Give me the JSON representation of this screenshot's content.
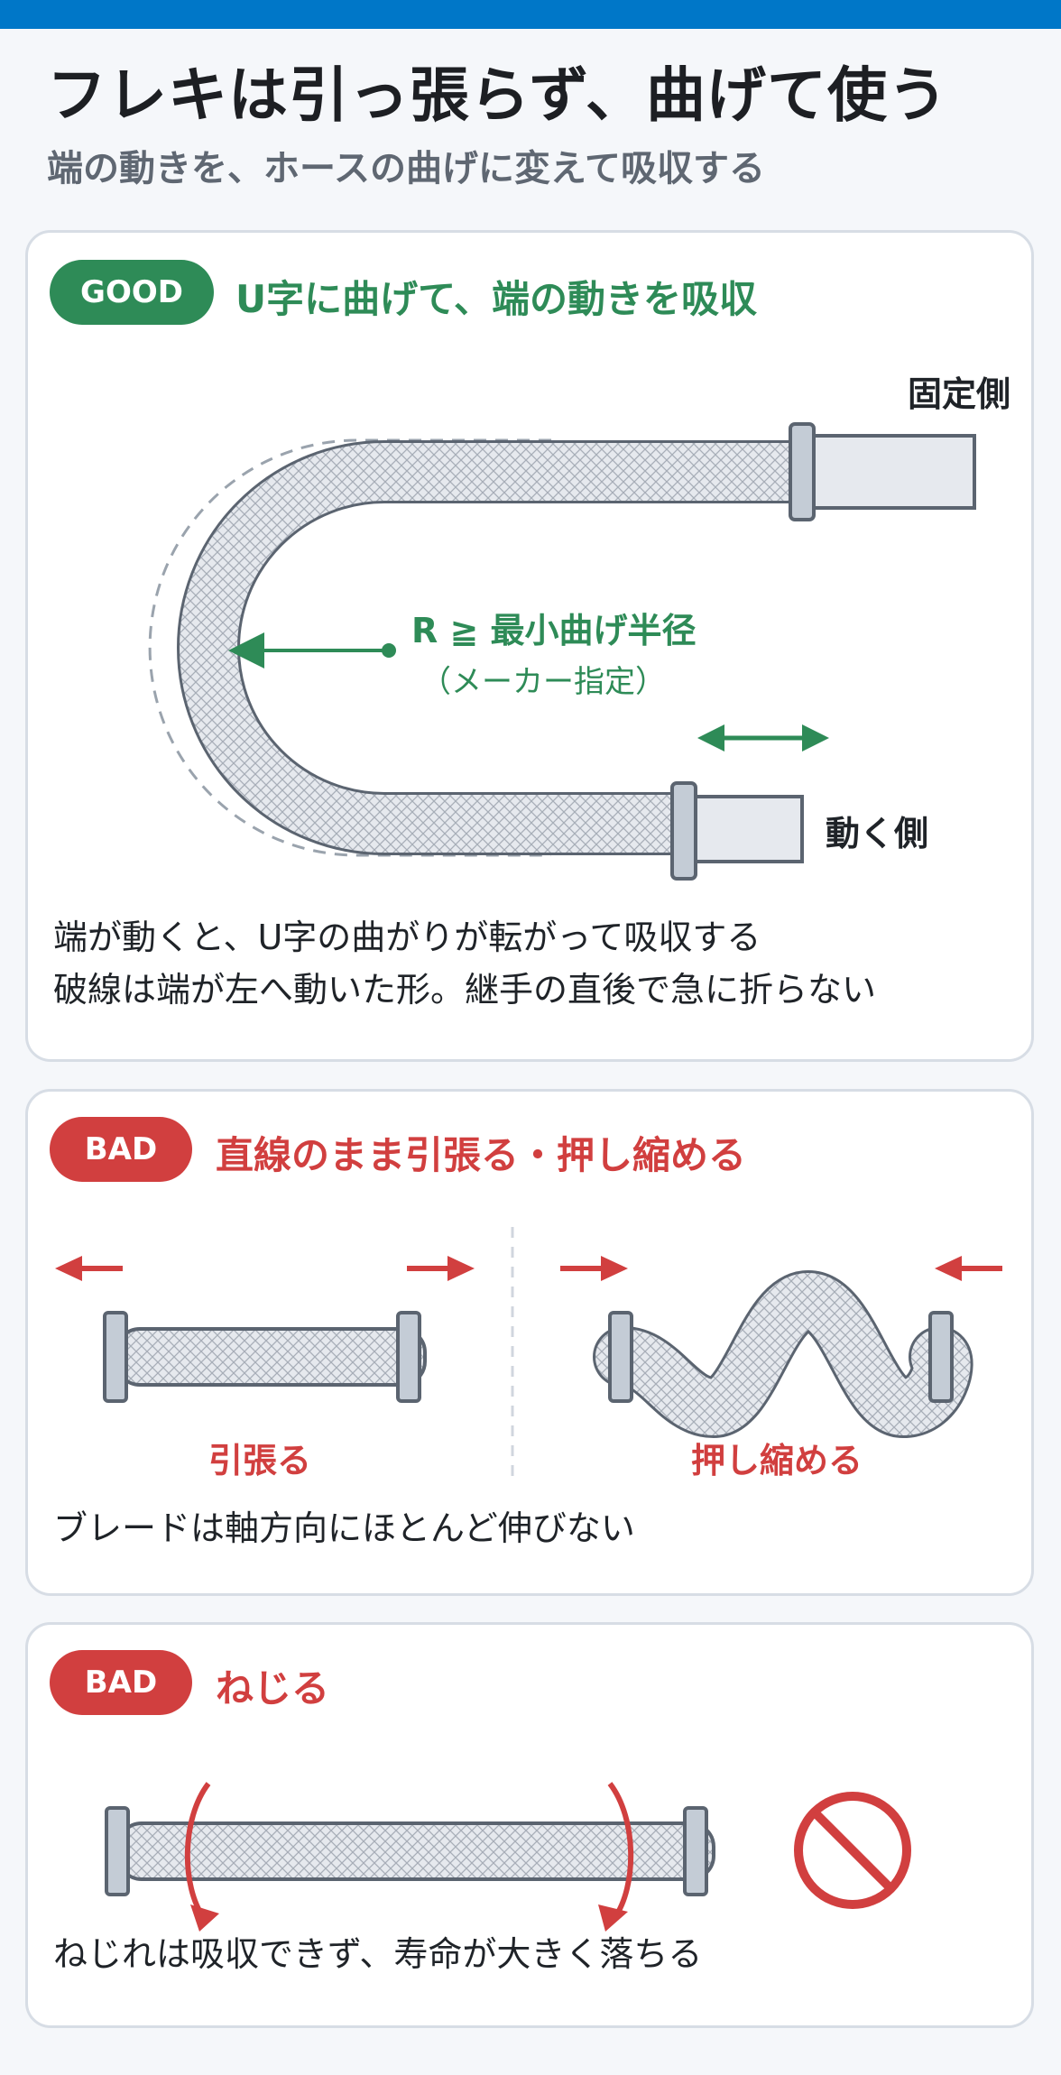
{
  "header": {
    "title": "フレキは引っ張らず、曲げて使う",
    "subtitle": "端の動きを、ホースの曲げに変えて吸収する"
  },
  "colors": {
    "top_bar": "#0077c8",
    "good": "#2e8b57",
    "bad": "#d13f3f",
    "hose_stroke": "#5b6470",
    "hose_fill": "#e6e9ee",
    "fitting": "#c4ccd6"
  },
  "good_card": {
    "badge": "GOOD",
    "heading": "U字に曲げて、端の動きを吸収",
    "fixed_side_label": "固定側",
    "moving_side_label": "動く側",
    "radius_label": "R ≧ 最小曲げ半径",
    "radius_note": "（メーカー指定）",
    "note_line1": "端が動くと、U字の曲がりが転がって吸収する",
    "note_line2": "破線は端が左へ動いた形。継手の直後で急に折らない"
  },
  "bad_card_1": {
    "badge": "BAD",
    "heading": "直線のまま引張る・押し縮める",
    "pull_label": "引張る",
    "push_label": "押し縮める",
    "note": "ブレードは軸方向にほとんど伸びない"
  },
  "bad_card_2": {
    "badge": "BAD",
    "heading": "ねじる",
    "note": "ねじれは吸収できず、寿命が大きく落ちる",
    "prohibited_icon": "no-entry-icon"
  }
}
